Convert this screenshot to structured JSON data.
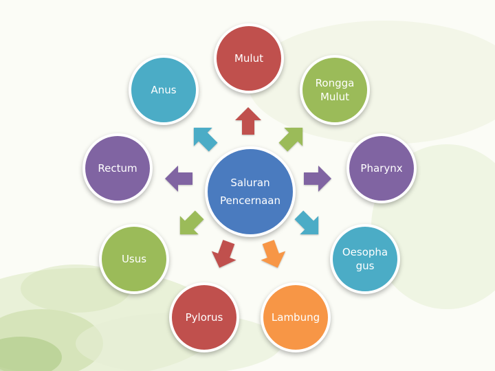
{
  "diagram": {
    "center": {
      "line1": "Saluran",
      "line2": "Pencernaan",
      "color": "#4a7bbf"
    },
    "nodes": [
      {
        "id": "mulut",
        "line1": "Mulut",
        "line2": "",
        "color": "#c0504d"
      },
      {
        "id": "rongga-mulut",
        "line1": "Rongga",
        "line2": "Mulut",
        "color": "#9bbb59"
      },
      {
        "id": "pharynx",
        "line1": "Pharynx",
        "line2": "",
        "color": "#8064a2"
      },
      {
        "id": "oesophagus",
        "line1": "Oesopha",
        "line2": "gus",
        "color": "#4bacc6"
      },
      {
        "id": "lambung",
        "line1": "Lambung",
        "line2": "",
        "color": "#f79646"
      },
      {
        "id": "pylorus",
        "line1": "Pylorus",
        "line2": "",
        "color": "#c0504d"
      },
      {
        "id": "usus",
        "line1": "Usus",
        "line2": "",
        "color": "#9bbb59"
      },
      {
        "id": "rectum",
        "line1": "Rectum",
        "line2": "",
        "color": "#8064a2"
      },
      {
        "id": "anus",
        "line1": "Anus",
        "line2": "",
        "color": "#4bacc6"
      }
    ]
  }
}
